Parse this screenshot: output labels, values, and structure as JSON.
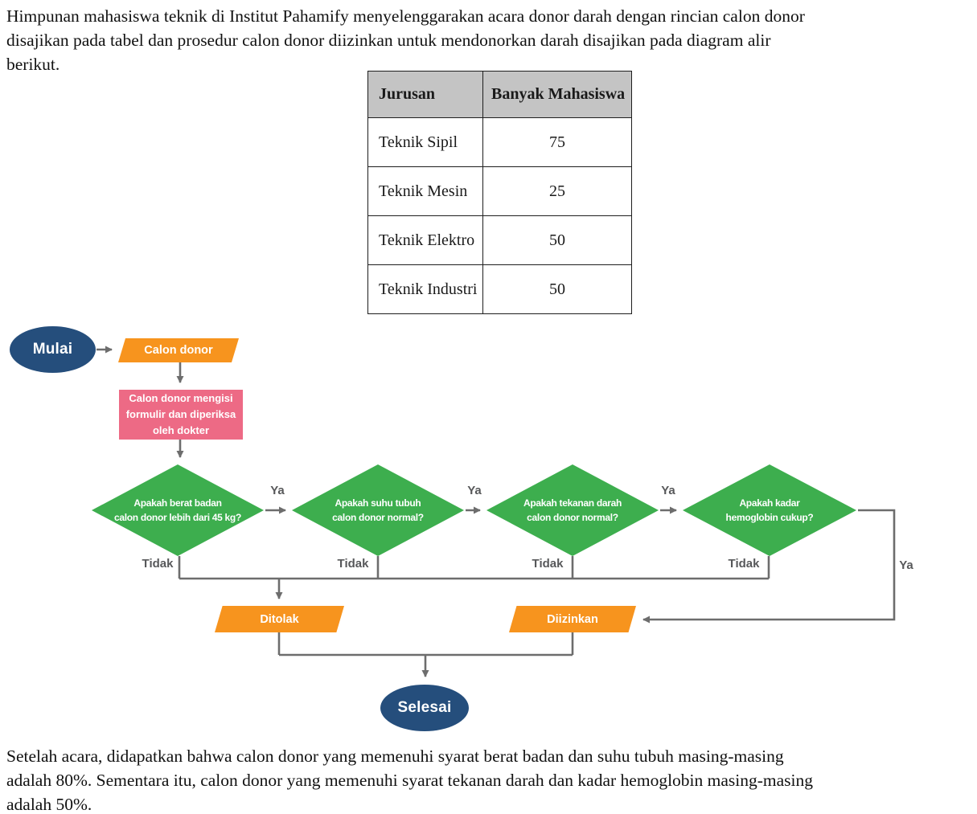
{
  "page": {
    "intro_text": "Himpunan mahasiswa teknik di Institut Pahamify menyelenggarakan acara donor darah dengan rincian calon donor\ndisajikan pada tabel dan prosedur calon donor diizinkan untuk mendonorkan darah disajikan pada diagram alir\nberikut.",
    "outro_text": "Setelah acara, didapatkan bahwa calon donor yang memenuhi syarat berat badan dan suhu tubuh masing-masing\nadalah 80%. Sementara itu, calon donor yang memenuhi syarat tekanan darah dan kadar hemoglobin masing-masing\nadalah 50%."
  },
  "table": {
    "headers": {
      "jurusan": "Jurusan",
      "jumlah": "Banyak Mahasiswa"
    },
    "rows": [
      {
        "jurusan": "Teknik Sipil",
        "jumlah": "75"
      },
      {
        "jurusan": "Teknik Mesin",
        "jumlah": "25"
      },
      {
        "jurusan": "Teknik Elektro",
        "jumlah": "50"
      },
      {
        "jurusan": "Teknik Industri",
        "jumlah": "50"
      }
    ]
  },
  "flowchart": {
    "start_label": "Mulai",
    "input_label": "Calon donor",
    "process_label": "Calon donor mengisi\nformulir dan diperiksa\noleh dokter",
    "decisions": [
      {
        "label": "Apakah berat badan\ncalon donor lebih dari 45 kg?"
      },
      {
        "label": "Apakah suhu tubuh\ncalon donor normal?"
      },
      {
        "label": "Apakah tekanan darah\ncalon donor normal?"
      },
      {
        "label": "Apakah kadar\nhemoglobin cukup?"
      }
    ],
    "yes_label": "Ya",
    "no_label": "Tidak",
    "rejected_label": "Ditolak",
    "approved_label": "Diizinkan",
    "end_label": "Selesai",
    "colors": {
      "terminal_navy": "#254E7C",
      "io_orange": "#F7941E",
      "process_pink": "#ED6A85",
      "decision_green": "#3DAE4E",
      "connector_gray": "#6D6D6D",
      "table_header_gray": "#C4C4C4"
    }
  }
}
